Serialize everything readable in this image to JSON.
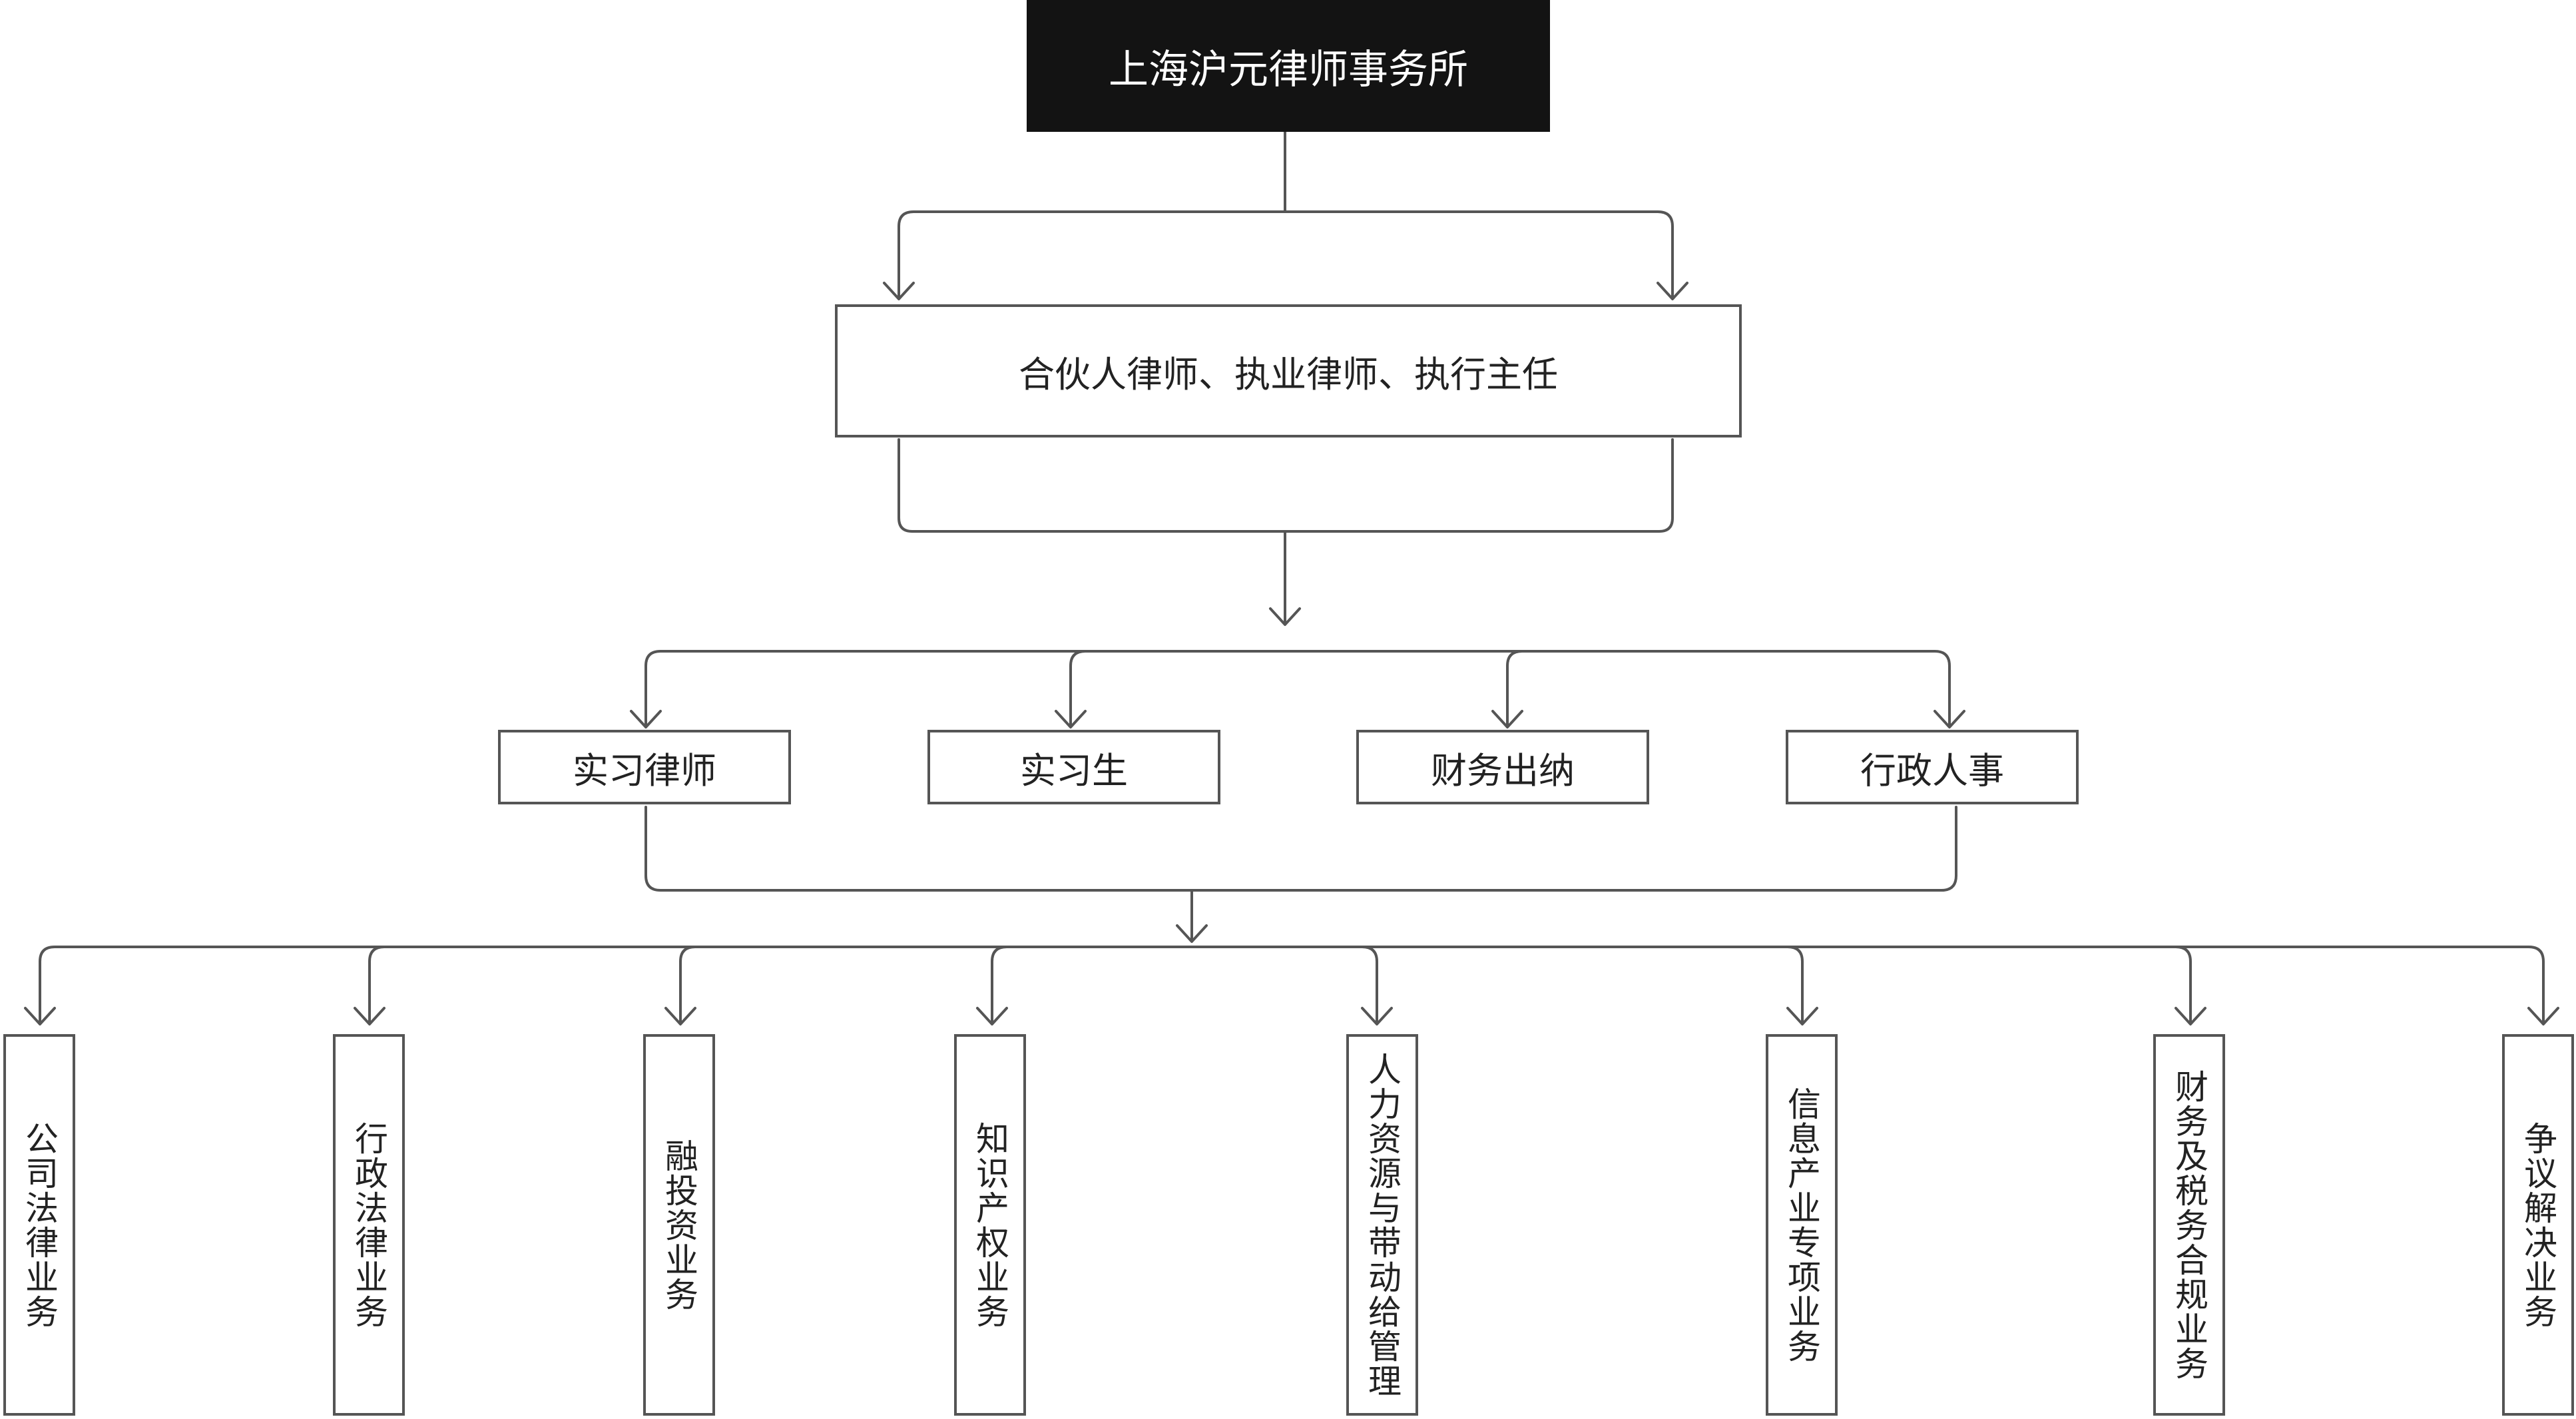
{
  "root": {
    "label": "上海沪元律师事务所"
  },
  "partners": {
    "label": "合伙人律师、执业律师、执行主任"
  },
  "staff": [
    {
      "label": "实习律师"
    },
    {
      "label": "实习生"
    },
    {
      "label": "财务出纳"
    },
    {
      "label": "行政人事"
    }
  ],
  "practice_areas": [
    {
      "label": "公司法律业务"
    },
    {
      "label": "行政法律业务"
    },
    {
      "label": "融投资业务"
    },
    {
      "label": "知识产权业务"
    },
    {
      "label": "人力资源与带动给管理"
    },
    {
      "label": "信息产业专项业务"
    },
    {
      "label": "财务及税务合规业务"
    },
    {
      "label": "争议解决业务"
    }
  ],
  "colors": {
    "root_fill": "#131313",
    "line": "#555555",
    "box_border": "#555555",
    "text": "#222222"
  }
}
